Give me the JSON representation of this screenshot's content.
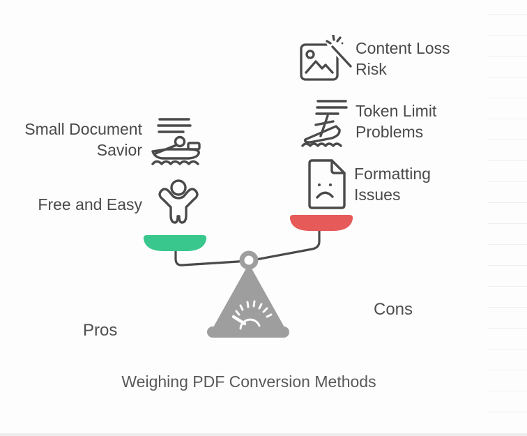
{
  "title": "Weighing PDF Conversion Methods",
  "pros": {
    "side_label": "Pros",
    "pan_color": "#39c78d",
    "items": [
      {
        "label": "Small Document Savior",
        "icon": "rowboat-icon"
      },
      {
        "label": "Free and Easy",
        "icon": "cheering-person-icon"
      }
    ]
  },
  "cons": {
    "side_label": "Cons",
    "pan_color": "#e65a5a",
    "items": [
      {
        "label": "Content Loss Risk",
        "icon": "broken-image-icon"
      },
      {
        "label": "Token Limit Problems",
        "icon": "sinking-boat-icon"
      },
      {
        "label": "Formatting Issues",
        "icon": "sad-document-icon"
      }
    ]
  },
  "colors": {
    "ink": "#4a4a4a",
    "pedestal_gray": "#9e9e9e",
    "background": "#fdfdfd",
    "gridline": "#f0f0f0"
  }
}
